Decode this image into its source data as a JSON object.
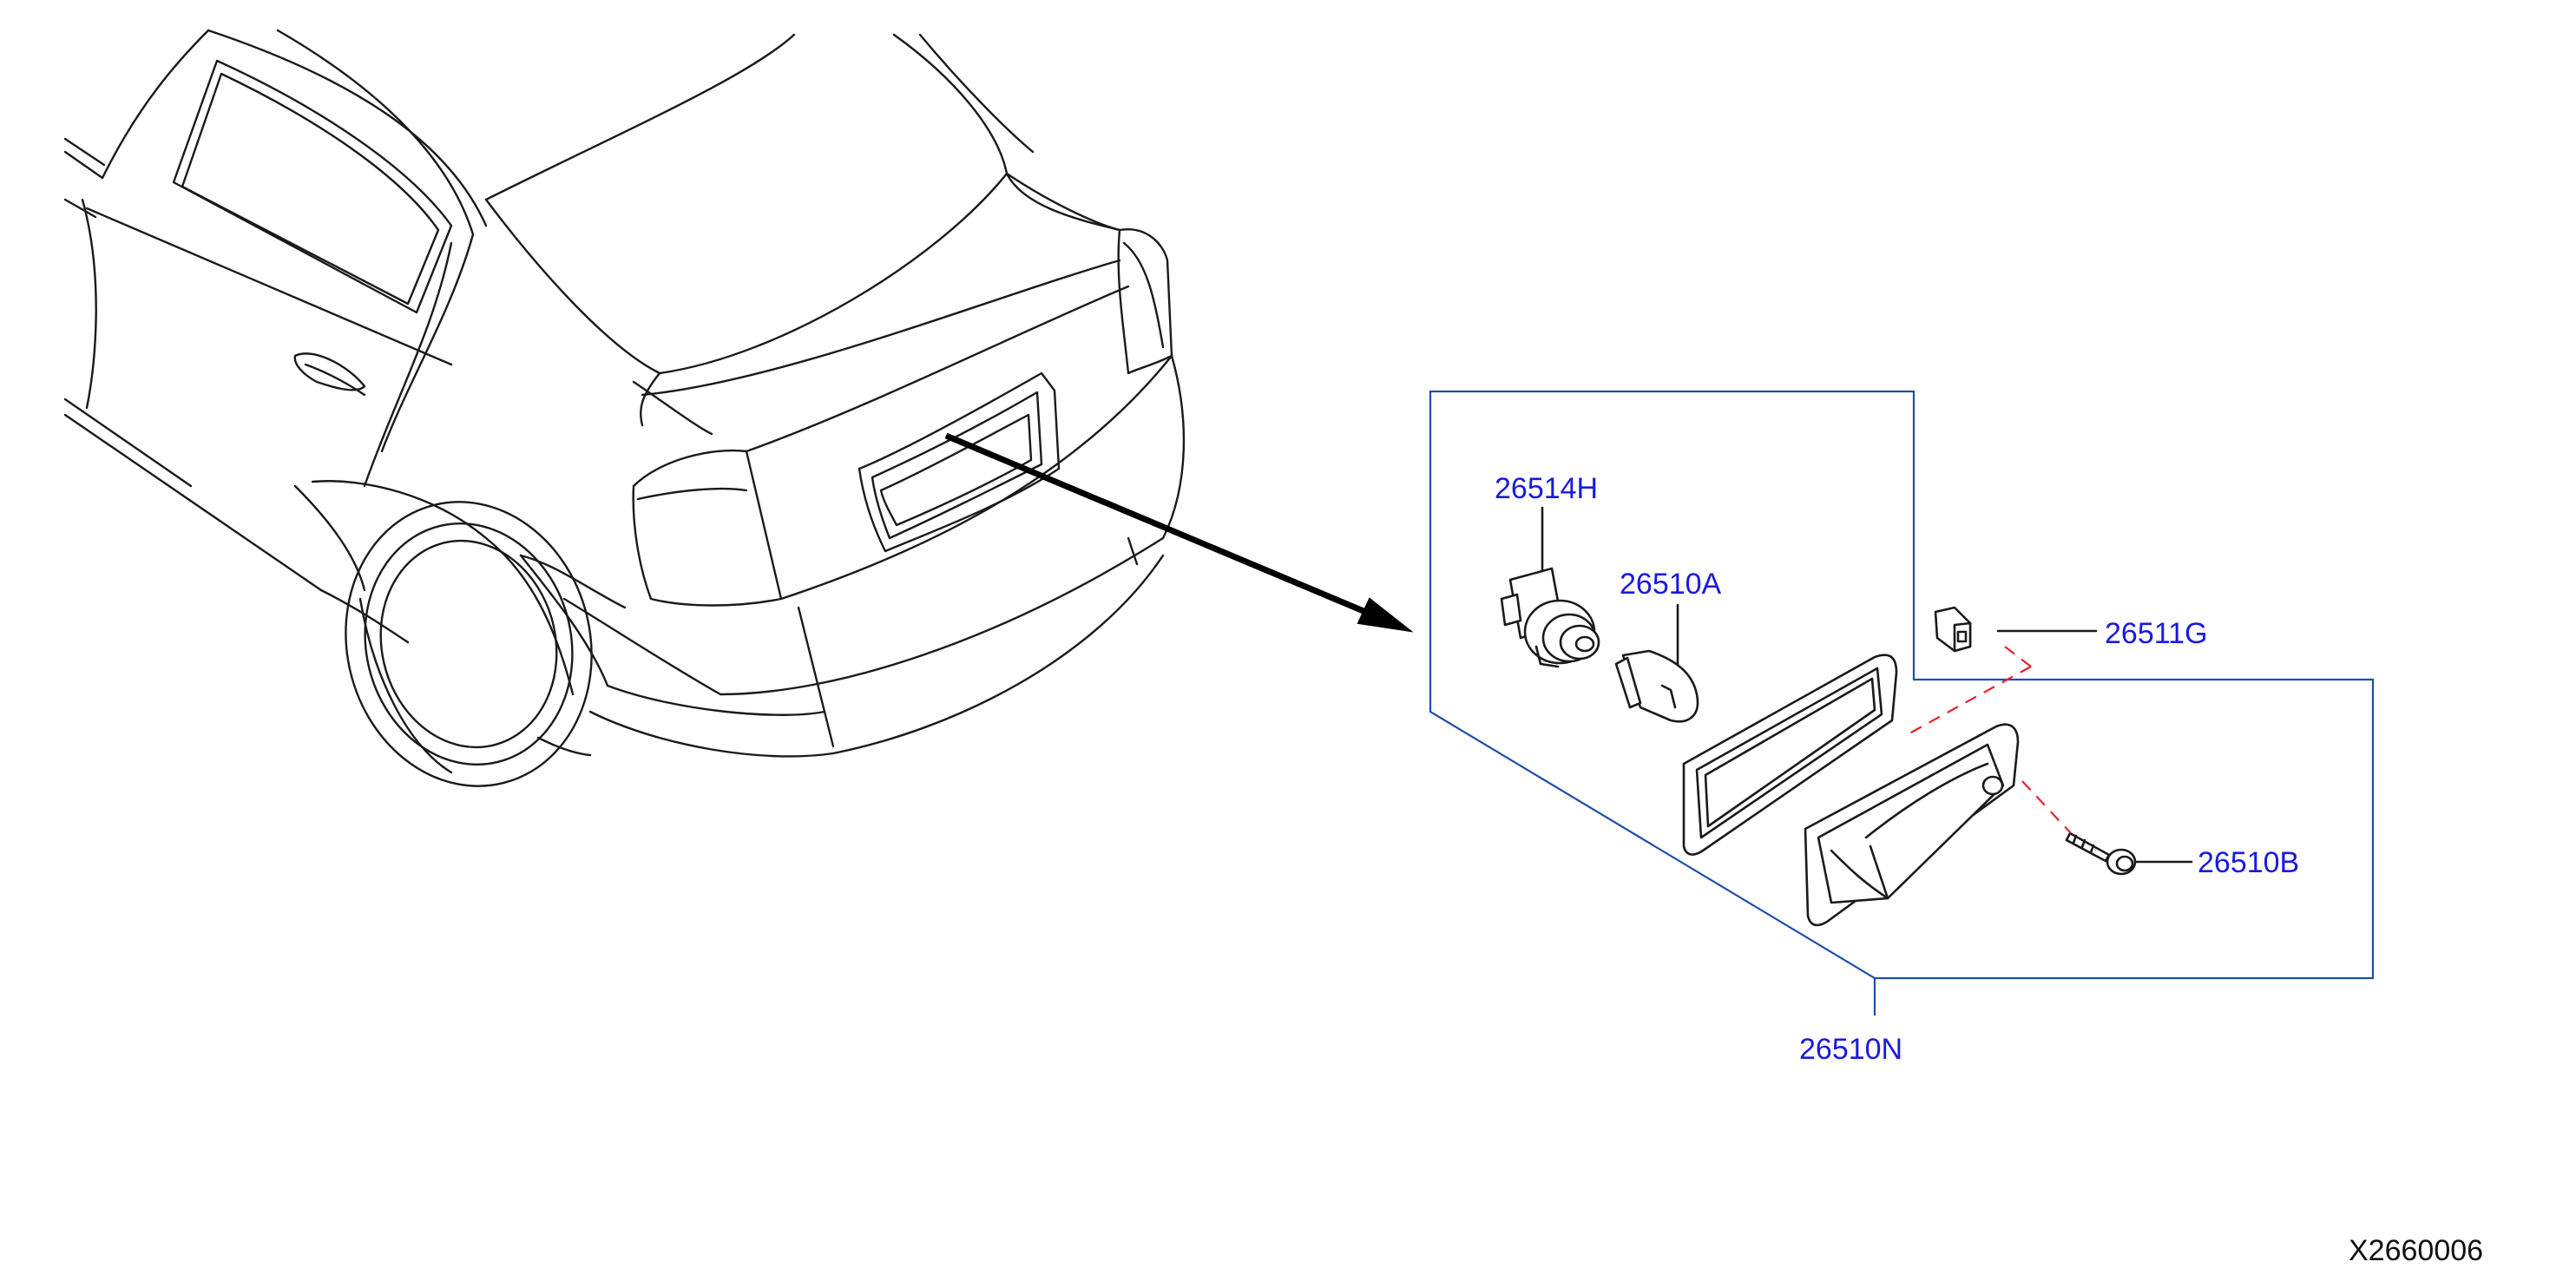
{
  "callouts": {
    "socket": "26514H",
    "bulb": "26510A",
    "clip": "26511G",
    "screw": "26510B",
    "assembly": "26510N"
  },
  "diagram_code": "X2660006",
  "colors": {
    "callout_text": "#1a1adf",
    "callout_line": "#1f4fa8",
    "hidden_line": "#e8202a",
    "outline": "#1a1a1a"
  }
}
